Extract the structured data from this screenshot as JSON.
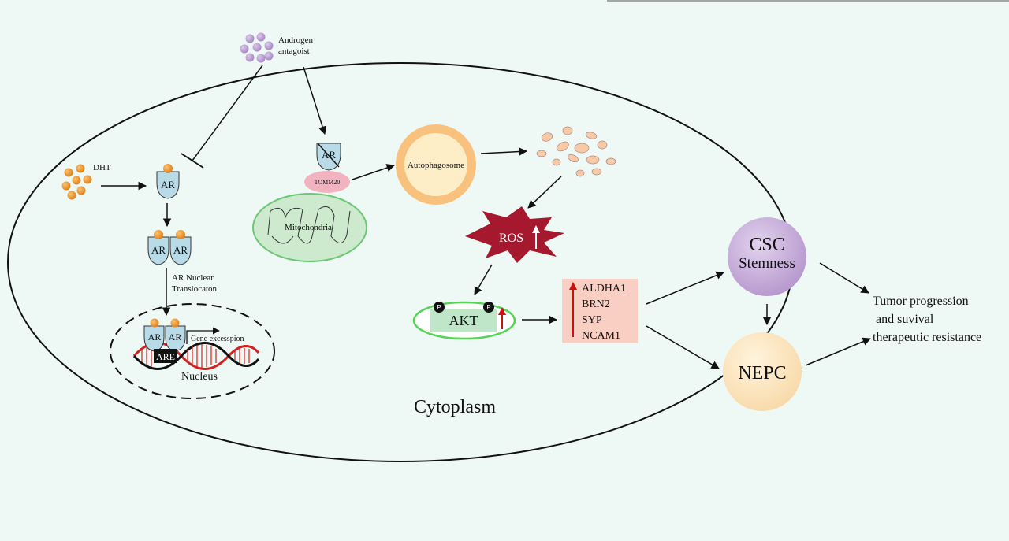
{
  "labels": {
    "androgen_antagonist_line1": "Androgen",
    "androgen_antagonist_line2": "antagoist",
    "dht": "DHT",
    "ar": "AR",
    "tomm20": "TOMM20",
    "mitochondria": "Mitochondria",
    "autophagosome": "Autophagosome",
    "ar_translocation_line1": "AR Nuclear",
    "ar_translocation_line2": "Translocaton",
    "gene_expression": "Gene excesspion",
    "are": "ARE",
    "nucleus": "Nucleus",
    "cytoplasm": "Cytoplasm",
    "ros": "ROS",
    "akt": "AKT",
    "phospho": "P",
    "markers": [
      "ALDHA1",
      "BRN2",
      "SYP",
      "NCAM1"
    ],
    "csc_line1": "CSC",
    "csc_line2": "Stemness",
    "nepc": "NEPC",
    "outcome_line1": "Tumor progression",
    "outcome_line2": " and suvival",
    "outcome_line3": "therapeutic resistance"
  },
  "colors": {
    "background": "#eef8f4",
    "dht_dot": "#e8962a",
    "antagonist_dot": "#b79ad2",
    "receptor": "#b9dbe7",
    "tomm20": "#f2b3c1",
    "mitochondria": "#cdeacf",
    "mitochondria_stroke": "#6ec775",
    "autophagosome_ring": "#f8c27e",
    "autophagosome_core": "#fdeec7",
    "fragment": "#f7c9a4",
    "ros": "#a5182d",
    "akt_box": "#bfe6c8",
    "akt_ring": "#55d455",
    "marker_box": "#f8cfc2",
    "up_arrow": "#cc1111",
    "csc": "#c3a6d6",
    "nepc": "#fbe2b8",
    "dna_red": "#d42020",
    "are_box": "#111111"
  }
}
